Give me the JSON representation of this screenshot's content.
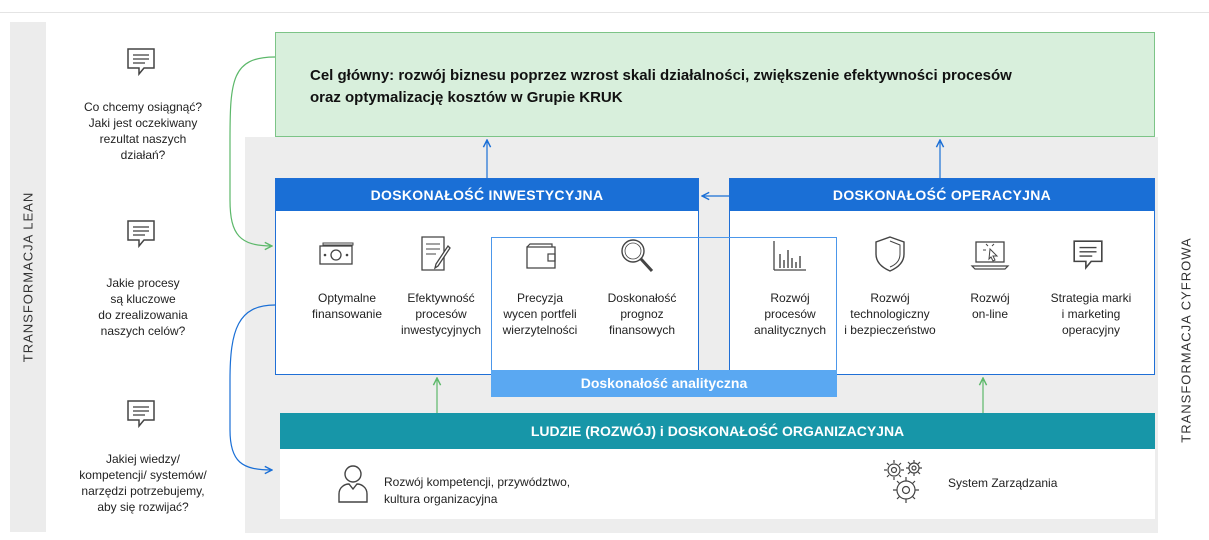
{
  "side_labels": {
    "left": "TRANSFORMACJA  LEAN",
    "right": "TRANSFORMACJA  CYFROWA"
  },
  "goal": {
    "line1": "Cel główny: rozwój biznesu poprzez wzrost skali działalności, zwiększenie efektywności procesów",
    "line2": "oraz optymalizację kosztów w Grupie KRUK"
  },
  "questions": [
    {
      "lines": [
        "Co chcemy osiągnąć?",
        "Jaki jest oczekiwany",
        "rezultat naszych",
        "działań?"
      ]
    },
    {
      "lines": [
        "Jakie procesy",
        "są kluczowe",
        "do zrealizowania",
        "naszych celów?"
      ]
    },
    {
      "lines": [
        "Jakiej wiedzy/",
        "kompetencji/ systemów/",
        "narzędzi potrzebujemy,",
        "aby się rozwijać?"
      ]
    }
  ],
  "investment": {
    "title": "DOSKONAŁOŚĆ INWESTYCYJNA",
    "items": [
      {
        "icon": "money-icon",
        "lines": [
          "Optymalne",
          "finansowanie"
        ]
      },
      {
        "icon": "document-pen-icon",
        "lines": [
          "Efektywność",
          "procesów",
          "inwestycyjnych"
        ]
      },
      {
        "icon": "wallet-icon",
        "lines": [
          "Precyzja",
          "wycen portfeli",
          "wierzytelności"
        ]
      },
      {
        "icon": "magnifier-icon",
        "lines": [
          "Doskonałość",
          "prognoz",
          "finansowych"
        ]
      }
    ]
  },
  "operational": {
    "title": "DOSKONAŁOŚĆ OPERACYJNA",
    "items": [
      {
        "icon": "bar-chart-icon",
        "lines": [
          "Rozwój",
          "procesów",
          "analitycznych"
        ]
      },
      {
        "icon": "shield-icon",
        "lines": [
          "Rozwój",
          "technologiczny",
          "i bezpieczeństwo"
        ]
      },
      {
        "icon": "laptop-click-icon",
        "lines": [
          "Rozwój",
          "on-line"
        ]
      },
      {
        "icon": "speech-bubble-icon",
        "lines": [
          "Strategia marki",
          "i marketing",
          "operacyjny"
        ]
      }
    ]
  },
  "analytics_bar": "Doskonałość analityczna",
  "people": {
    "title": "LUDZIE (ROZWÓJ) i DOSKONAŁOŚĆ ORGANIZACYJNA",
    "left": {
      "icon": "person-icon",
      "lines": [
        "Rozwój kompetencji, przywództwo,",
        "kultura organizacyjna"
      ]
    },
    "right": {
      "icon": "gears-icon",
      "text": "System Zarządzania"
    }
  },
  "colors": {
    "blue": "#1a6fd6",
    "light_blue": "#5aa8f2",
    "teal": "#1796a8",
    "green_fill": "#d8efdc",
    "green_line": "#5cb86a",
    "gray": "#ededed"
  }
}
